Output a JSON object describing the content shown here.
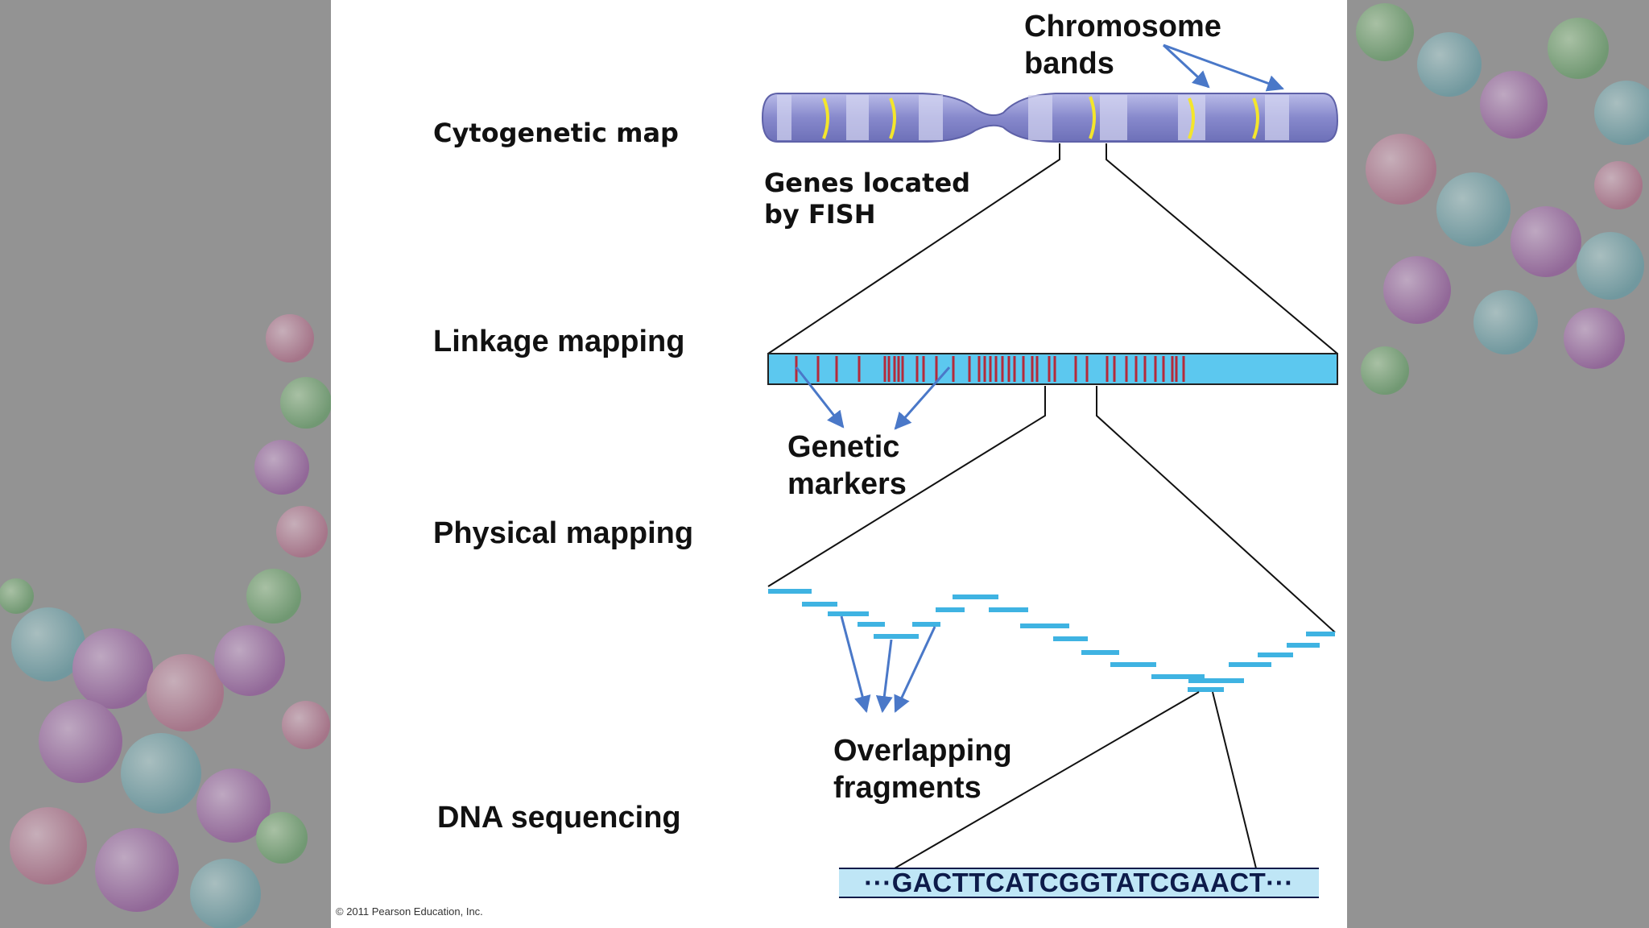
{
  "stages": {
    "cytogenetic": "Cytogenetic map",
    "linkage": "Linkage mapping",
    "physical": "Physical mapping",
    "sequencing": "DNA sequencing"
  },
  "callouts": {
    "chromosome_bands": [
      "Chromosome",
      "bands"
    ],
    "genes_fish": [
      "Genes located",
      "by FISH"
    ],
    "genetic_markers": [
      "Genetic",
      "markers"
    ],
    "overlapping_fragments": [
      "Overlapping",
      "fragments"
    ]
  },
  "sequence": "···GACTTCATCGGTATCGAACT···",
  "copyright": "© 2011 Pearson Education, Inc.",
  "colors": {
    "chromosome": "#8d8fd0",
    "band_yellow": "#f4e62b",
    "linkage_bar": "#5cc8ef",
    "marker_red": "#b42a3a",
    "fragment": "#3fb3e2",
    "arrow": "#4a78c8",
    "sequence_bar": "#bfe6f6"
  }
}
